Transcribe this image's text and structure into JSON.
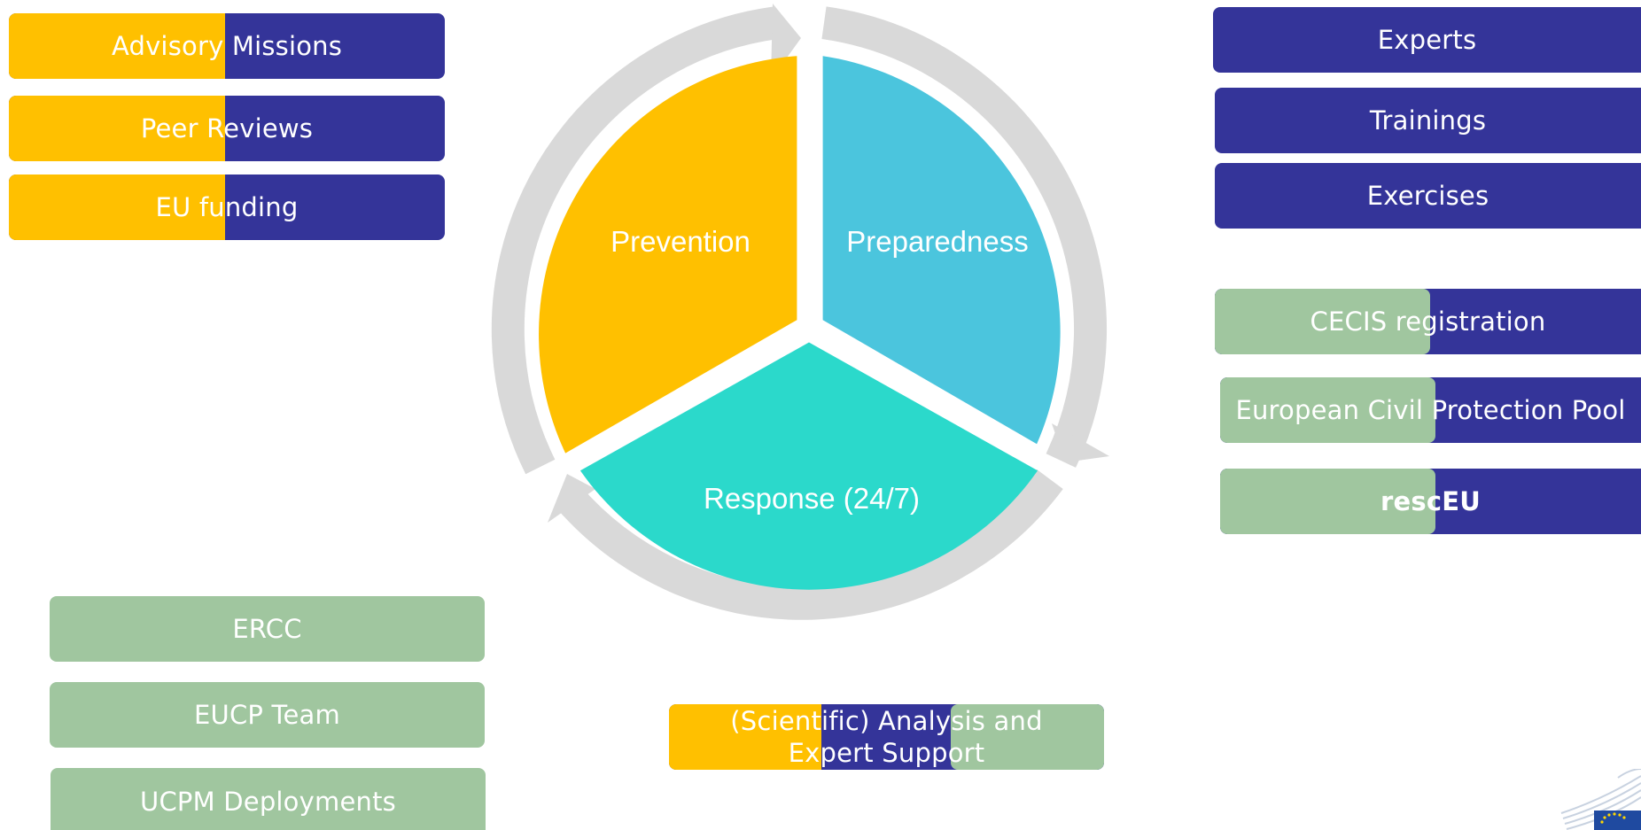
{
  "cycle": {
    "prevention": "Prevention",
    "preparedness": "Preparedness",
    "response": "Response (24/7)"
  },
  "prevention_tools": [
    {
      "label": "Advisory Missions"
    },
    {
      "label": "Peer Reviews"
    },
    {
      "label": "EU funding"
    }
  ],
  "preparedness_tools": [
    {
      "label": "Experts"
    },
    {
      "label": "Trainings"
    },
    {
      "label": "Exercises"
    }
  ],
  "capacity_tools": [
    {
      "label": "CECIS registration"
    },
    {
      "label": "European Civil Protection Pool"
    },
    {
      "label": "rescEU"
    }
  ],
  "response_tools": [
    {
      "label": "ERCC"
    },
    {
      "label": "EUCP Team"
    },
    {
      "label": "UCPM Deployments"
    }
  ],
  "cross_cutting": {
    "label_line1": "(Scientific) Analysis and",
    "label_line2": "Expert Support"
  },
  "colors": {
    "prevention": "#ffc000",
    "preparedness": "#4bc5dd",
    "response": "#2bd9cb",
    "navy": "#343499",
    "green": "#a0c69f",
    "ring": "#d9d9d9"
  },
  "logo": {
    "name": "european-commission-logo"
  }
}
